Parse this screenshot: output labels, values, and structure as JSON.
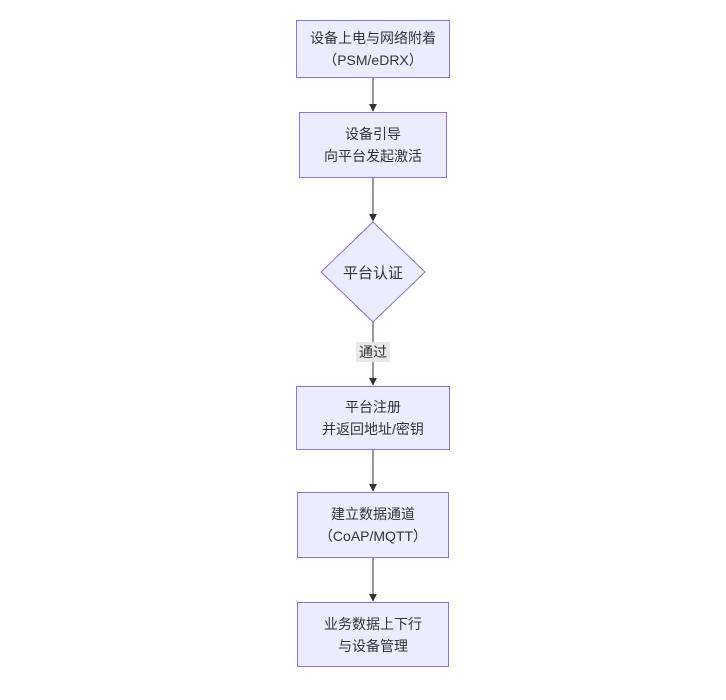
{
  "diagram": {
    "type": "flowchart",
    "direction": "top-down",
    "colors": {
      "node_fill": "#ECECFF",
      "node_border": "#9370DB",
      "text": "#333333",
      "arrow": "#333333",
      "edge_label_bg": "#e8e8e8",
      "background": "#ffffff"
    },
    "nodes": [
      {
        "id": "power-attach",
        "shape": "rect",
        "lines": [
          "设备上电与网络附着",
          "（PSM/eDRX）"
        ]
      },
      {
        "id": "bootstrap",
        "shape": "rect",
        "lines": [
          "设备引导",
          "向平台发起激活"
        ]
      },
      {
        "id": "platform-auth",
        "shape": "diamond",
        "lines": [
          "平台认证"
        ]
      },
      {
        "id": "platform-register",
        "shape": "rect",
        "lines": [
          "平台注册",
          "并返回地址/密钥"
        ]
      },
      {
        "id": "data-channel",
        "shape": "rect",
        "lines": [
          "建立数据通道",
          "（CoAP/MQTT）"
        ]
      },
      {
        "id": "business-data",
        "shape": "rect",
        "lines": [
          "业务数据上下行",
          "与设备管理"
        ]
      }
    ],
    "edges": [
      {
        "from": "power-attach",
        "to": "bootstrap",
        "label": ""
      },
      {
        "from": "bootstrap",
        "to": "platform-auth",
        "label": ""
      },
      {
        "from": "platform-auth",
        "to": "platform-register",
        "label": "通过"
      },
      {
        "from": "platform-register",
        "to": "data-channel",
        "label": ""
      },
      {
        "from": "data-channel",
        "to": "business-data",
        "label": ""
      }
    ]
  }
}
